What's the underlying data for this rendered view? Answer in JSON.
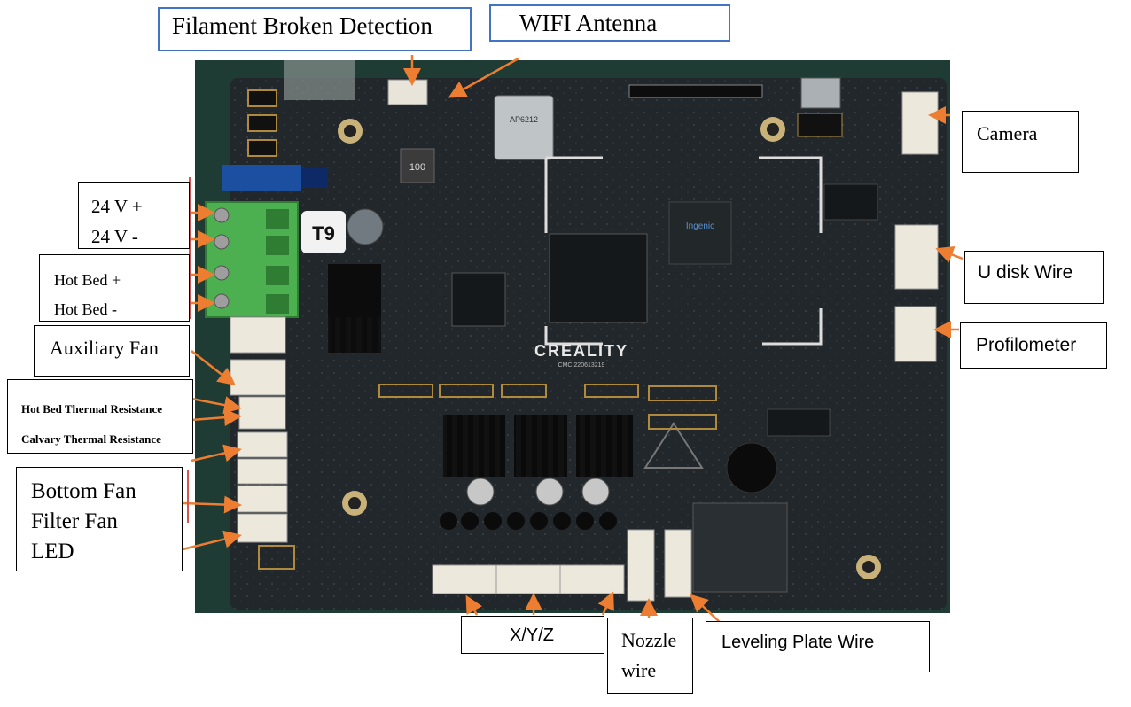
{
  "labels": {
    "filament": "Filament Broken Detection",
    "wifi": "WIFI Antenna",
    "camera": "Camera",
    "udisk": "U disk Wire",
    "profilometer": "Profilometer",
    "v24_plus": "24 V +",
    "v24_minus": "24 V -",
    "hotbed_plus": "Hot Bed +",
    "hotbed_minus": "Hot Bed -",
    "aux_fan": "Auxiliary Fan",
    "hotbed_thermal": "Hot Bed Thermal Resistance",
    "calvary_thermal": "Calvary Thermal Resistance",
    "bottom_fan": "Bottom Fan",
    "filter_fan": "Filter Fan",
    "led": "LED",
    "xyz": "X/Y/Z",
    "nozzle_1": "Nozzle",
    "nozzle_2": "wire",
    "leveling": "Leveling Plate Wire"
  },
  "board": {
    "brand": "CREALITY",
    "serial": "CMCI220613219",
    "fuse_label": "T9",
    "inductor_label": "100",
    "module_label": "AP6212",
    "soc_label": "Ingenic"
  },
  "colors": {
    "arrow": "#ed7d31",
    "label_border_blue": "#4472c4",
    "pcb": "#1f2326",
    "terminal_green": "#4caf50"
  }
}
